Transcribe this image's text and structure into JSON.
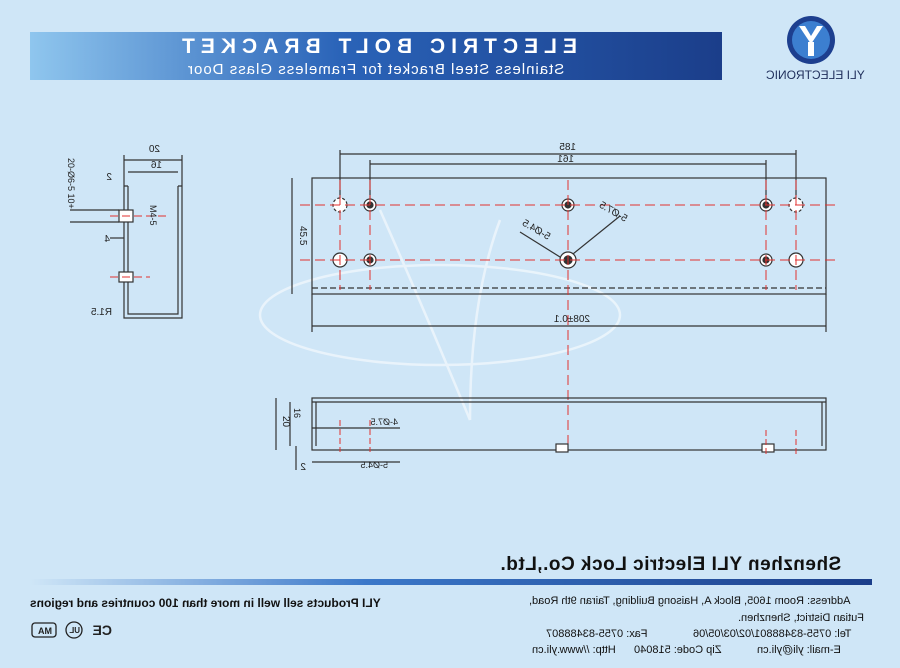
{
  "header": {
    "title": "ELECTRIC BOLT BRACKET",
    "subtitle": "Stainless Steel Bracket for Frameless Glass Door",
    "brand": "YLI ELECTRONIC"
  },
  "drawing": {
    "side_view": {
      "dim_width": "20",
      "dim_inner": "16",
      "dim_a": "2",
      "dim_hole_note": "20-Ø6-5\n10+",
      "dim_thread": "M4-5",
      "dim_depth": "4",
      "dim_radius": "R1.5"
    },
    "top_view": {
      "dim_outer": "185",
      "dim_inner": "161",
      "dim_height": "45.5",
      "dim_total": "208±0.1",
      "hole_label_1": "5-Ø7.5",
      "hole_label_2": "5-Ø4.5"
    },
    "front_view": {
      "dim_height": "20",
      "dim_inner_height": "16",
      "dim_thickness": "2",
      "hole_label_1": "4-Ø7.5",
      "hole_label_2": "5-Ø4.5"
    }
  },
  "footer": {
    "company": "Shenzhen YLI Electric Lock Co.,Ltd.",
    "slogan": "YLI Products sell well in more than 100 countries and regions",
    "address_1": "Address: Room 1605, Block A, Haisong Building, Tairan 9th Road,",
    "address_2": "Futian District, Shenzhen.",
    "tel": "Tel: 0755-83488801/02/03/05/06",
    "fax": "Fax: 0755-83488807",
    "email": "E-mail: yli@yli.cn",
    "zip": "Zip Code: 518040",
    "http": "Http: //www.yli.cn",
    "cert_ma": "MA",
    "cert_ul": "UL",
    "cert_ce": "CE"
  },
  "colors": {
    "banner_dark": "#1b3e8a",
    "banner_light": "#8fc6ee",
    "background": "#cfe6f7",
    "centerline": "#e0312f"
  }
}
